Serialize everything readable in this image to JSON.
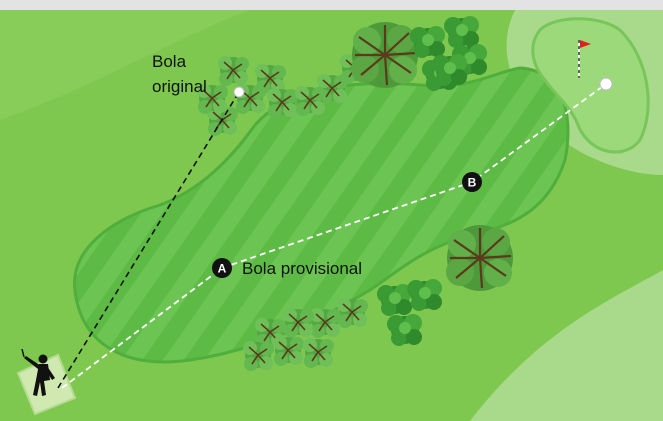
{
  "labels": {
    "original_ball_line1": "Bola",
    "original_ball_line2": "original",
    "provisional_ball": "Bola provisional"
  },
  "markers": {
    "a": "A",
    "b": "B"
  },
  "icons": {
    "golfer": "golfer-silhouette-icon",
    "flag": "pin-flag-icon",
    "ball": "golf-ball-icon",
    "trees": "tree-cluster-icon"
  },
  "colors": {
    "rough": "#7ec850",
    "rough_light": "#a9d98a",
    "fairway": "#5dbb45",
    "fairway_stripe": "#6cc552",
    "green": "#9bd97a",
    "flag": "#e02020",
    "marker": "#111111",
    "tee_box": "#cfe9b0"
  }
}
